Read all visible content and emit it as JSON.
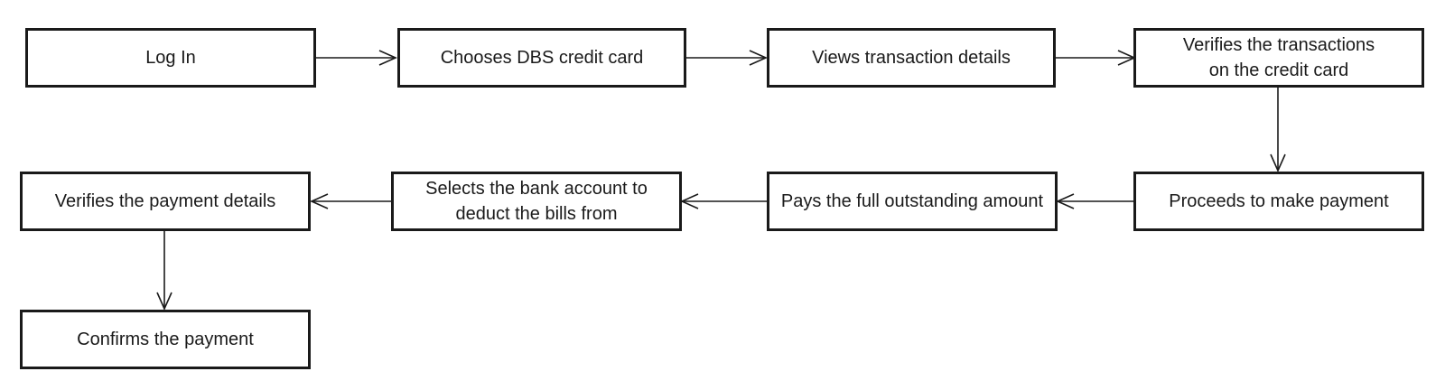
{
  "diagram": {
    "nodes": [
      {
        "id": "log-in",
        "label": "Log In"
      },
      {
        "id": "choose-card",
        "label": "Chooses DBS credit card"
      },
      {
        "id": "view-transactions",
        "label": "Views transaction details"
      },
      {
        "id": "verify-transactions",
        "label": "Verifies the transactions\non the credit card"
      },
      {
        "id": "proceed-payment",
        "label": "Proceeds to make payment"
      },
      {
        "id": "pay-full",
        "label": "Pays the full outstanding amount"
      },
      {
        "id": "select-account",
        "label": "Selects the bank account to\ndeduct the bills from"
      },
      {
        "id": "verify-payment",
        "label": "Verifies the payment details"
      },
      {
        "id": "confirm-payment",
        "label": "Confirms the payment"
      }
    ],
    "edges": [
      {
        "from": "log-in",
        "to": "choose-card"
      },
      {
        "from": "choose-card",
        "to": "view-transactions"
      },
      {
        "from": "view-transactions",
        "to": "verify-transactions"
      },
      {
        "from": "verify-transactions",
        "to": "proceed-payment"
      },
      {
        "from": "proceed-payment",
        "to": "pay-full"
      },
      {
        "from": "pay-full",
        "to": "select-account"
      },
      {
        "from": "select-account",
        "to": "verify-payment"
      },
      {
        "from": "verify-payment",
        "to": "confirm-payment"
      }
    ]
  }
}
